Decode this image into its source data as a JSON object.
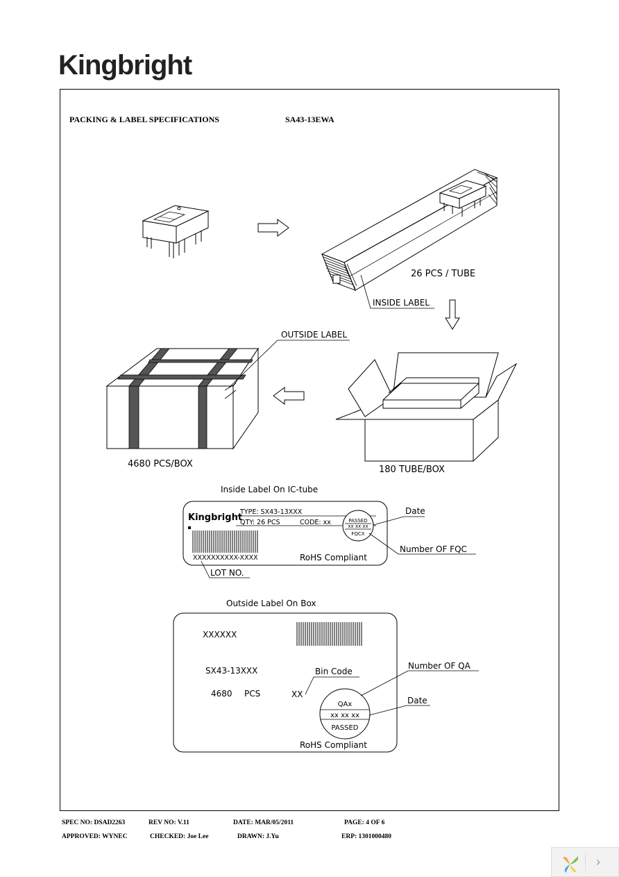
{
  "brand": {
    "logo": "Kingbright"
  },
  "header": {
    "title": "PACKING & LABEL SPECIFICATIONS",
    "part_number": "SA43-13EWA"
  },
  "diagram": {
    "tube_qty": "26 PCS / TUBE",
    "inside_label_callout": "INSIDE LABEL",
    "outside_label_callout": "OUTSIDE LABEL",
    "box_qty": "4680 PCS/BOX",
    "tube_box_qty": "180 TUBE/BOX"
  },
  "inside_label": {
    "caption": "Inside Label On IC-tube",
    "logo": "Kingbright",
    "type": "TYPE: SX43-13XXX",
    "qty": "QTY: 26 PCS",
    "code": "CODE: xx",
    "passed": "PASSED",
    "date_code": "xx xx xx",
    "fqc": "FQCX",
    "lot_value": "XXXXXXXXXX-XXXX",
    "rohs": "RoHS Compliant",
    "lot_callout": "LOT NO.",
    "date_callout": "Date",
    "fqc_callout": "Number OF FQC"
  },
  "outside_label": {
    "caption": "Outside Label On Box",
    "code_field": "XXXXXX",
    "part": "SX43-13XXX",
    "qty": "4680",
    "qty_unit": "PCS",
    "bin_value": "XX",
    "bin_callout": "Bin Code",
    "qa_callout": "Number OF QA",
    "date_callout": "Date",
    "qa_stamp": "QAx",
    "date_code": "xx xx xx",
    "passed": "PASSED",
    "rohs": "RoHS Compliant"
  },
  "footer": {
    "spec_no": "SPEC NO: DSAD2263",
    "rev_no": "REV NO: V.11",
    "date": "DATE: MAR/05/2011",
    "page": "PAGE: 4 OF 6",
    "approved": "APPROVED: WYNEC",
    "checked": "CHECKED: Joe Lee",
    "drawn": "DRAWN: J.Yu",
    "erp": "ERP: 1301000480"
  }
}
